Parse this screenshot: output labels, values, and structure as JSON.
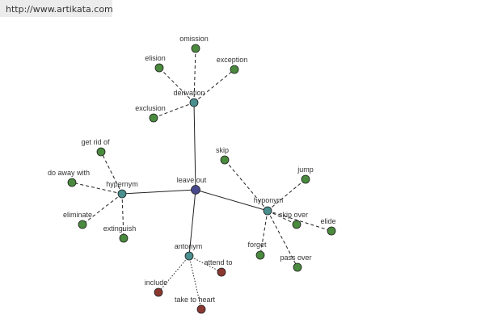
{
  "banner": {
    "url": "http://www.artikata.com"
  },
  "graph": {
    "nodes": [
      {
        "id": "leave-out",
        "label": "leave out",
        "kind": "center"
      },
      {
        "id": "derivation",
        "label": "derivation",
        "kind": "relation"
      },
      {
        "id": "hypernym",
        "label": "hypernym",
        "kind": "relation"
      },
      {
        "id": "hyponym",
        "label": "hyponym",
        "kind": "relation"
      },
      {
        "id": "antonym",
        "label": "antonym",
        "kind": "relation"
      },
      {
        "id": "omission",
        "label": "omission",
        "kind": "term"
      },
      {
        "id": "elision",
        "label": "elision",
        "kind": "term"
      },
      {
        "id": "exception",
        "label": "exception",
        "kind": "term"
      },
      {
        "id": "exclusion",
        "label": "exclusion",
        "kind": "term"
      },
      {
        "id": "get-rid-of",
        "label": "get rid of",
        "kind": "term"
      },
      {
        "id": "do-away-with",
        "label": "do away with",
        "kind": "term"
      },
      {
        "id": "eliminate",
        "label": "eliminate",
        "kind": "term"
      },
      {
        "id": "extinguish",
        "label": "extinguish",
        "kind": "term"
      },
      {
        "id": "skip",
        "label": "skip",
        "kind": "term"
      },
      {
        "id": "jump",
        "label": "jump",
        "kind": "term"
      },
      {
        "id": "skip-over",
        "label": "skip over",
        "kind": "term"
      },
      {
        "id": "elide",
        "label": "elide",
        "kind": "term"
      },
      {
        "id": "forget",
        "label": "forget",
        "kind": "term"
      },
      {
        "id": "pass-over",
        "label": "pass over",
        "kind": "term"
      },
      {
        "id": "attend-to",
        "label": "attend to",
        "kind": "antonym-term"
      },
      {
        "id": "include",
        "label": "include",
        "kind": "antonym-term"
      },
      {
        "id": "take-to-heart",
        "label": "take to heart",
        "kind": "antonym-term"
      }
    ],
    "edges": [
      {
        "from": "leave-out",
        "to": "derivation",
        "style": "solid"
      },
      {
        "from": "leave-out",
        "to": "hypernym",
        "style": "solid"
      },
      {
        "from": "leave-out",
        "to": "hyponym",
        "style": "solid"
      },
      {
        "from": "leave-out",
        "to": "antonym",
        "style": "solid"
      },
      {
        "from": "derivation",
        "to": "omission",
        "style": "dashed"
      },
      {
        "from": "derivation",
        "to": "elision",
        "style": "dashed"
      },
      {
        "from": "derivation",
        "to": "exception",
        "style": "dashed"
      },
      {
        "from": "derivation",
        "to": "exclusion",
        "style": "dashed"
      },
      {
        "from": "hypernym",
        "to": "get-rid-of",
        "style": "dashed"
      },
      {
        "from": "hypernym",
        "to": "do-away-with",
        "style": "dashed"
      },
      {
        "from": "hypernym",
        "to": "eliminate",
        "style": "dashed"
      },
      {
        "from": "hypernym",
        "to": "extinguish",
        "style": "dashed"
      },
      {
        "from": "hyponym",
        "to": "skip",
        "style": "dashed"
      },
      {
        "from": "hyponym",
        "to": "jump",
        "style": "dashed"
      },
      {
        "from": "hyponym",
        "to": "skip-over",
        "style": "dashed"
      },
      {
        "from": "hyponym",
        "to": "elide",
        "style": "dashed"
      },
      {
        "from": "hyponym",
        "to": "forget",
        "style": "dashed"
      },
      {
        "from": "hyponym",
        "to": "pass-over",
        "style": "dashed"
      },
      {
        "from": "antonym",
        "to": "attend-to",
        "style": "dotted"
      },
      {
        "from": "antonym",
        "to": "include",
        "style": "dotted"
      },
      {
        "from": "antonym",
        "to": "take-to-heart",
        "style": "dotted"
      }
    ],
    "colors": {
      "center": "#48488c",
      "relation": "#4a8e8e",
      "term": "#4a8a3e",
      "antonym-term": "#8a3830",
      "edge": "#222222",
      "stroke": "#1e1e1e"
    }
  }
}
